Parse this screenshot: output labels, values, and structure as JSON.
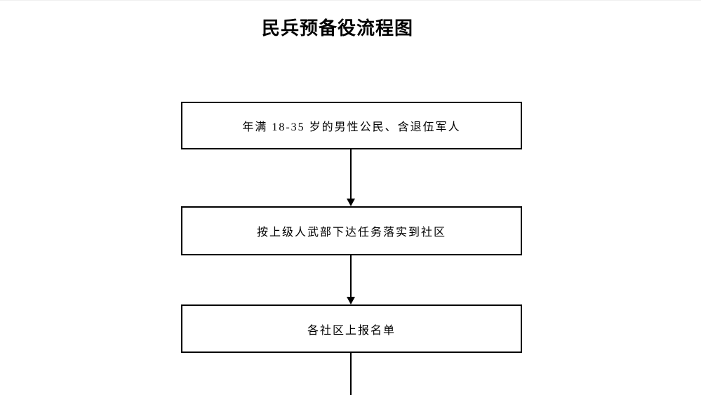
{
  "page": {
    "title": "民兵预备役流程图"
  },
  "flowchart": {
    "type": "vertical-flow",
    "nodes": [
      {
        "id": "node-1",
        "label": "年满 18-35 岁的男性公民、含退伍军人"
      },
      {
        "id": "node-2",
        "label": "按上级人武部下达任务落实到社区"
      },
      {
        "id": "node-3",
        "label": "各社区上报名单"
      }
    ],
    "connectors": [
      {
        "from": "node-1",
        "to": "node-2",
        "style": "arrow-down"
      },
      {
        "from": "node-2",
        "to": "node-3",
        "style": "arrow-down"
      },
      {
        "from": "node-3",
        "to": "offscreen-bottom",
        "style": "line-down-clipped"
      }
    ],
    "colors": {
      "stroke": "#000000",
      "text": "#000000",
      "background": "#ffffff"
    }
  }
}
